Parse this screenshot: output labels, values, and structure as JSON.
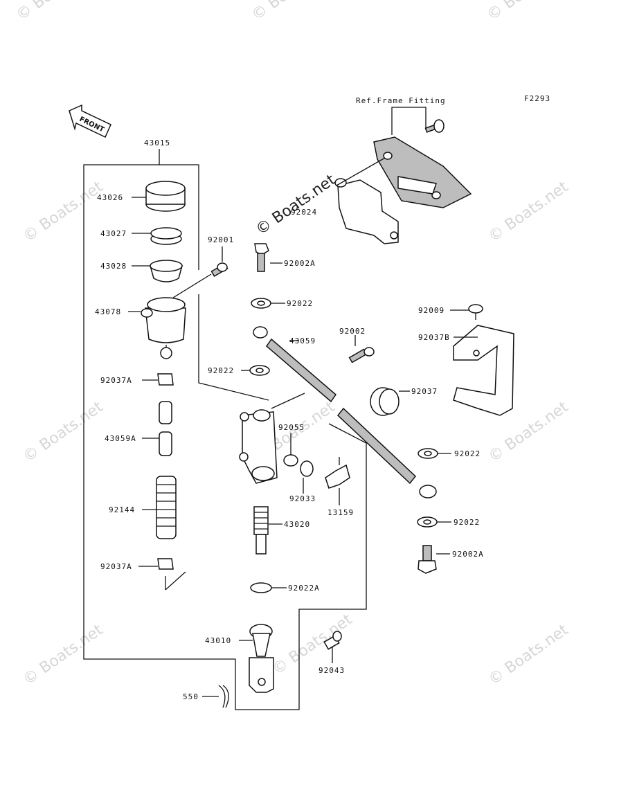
{
  "figure_code": "F2293",
  "ref_label": "Ref.Frame Fitting",
  "front_label": "FRONT",
  "watermark": "© Boats.net",
  "parts": [
    {
      "id": "p43015",
      "num": "43015"
    },
    {
      "id": "p43026",
      "num": "43026"
    },
    {
      "id": "p43027",
      "num": "43027"
    },
    {
      "id": "p43028",
      "num": "43028"
    },
    {
      "id": "p43078",
      "num": "43078"
    },
    {
      "id": "p92037A_top",
      "num": "92037A"
    },
    {
      "id": "p43059A",
      "num": "43059A"
    },
    {
      "id": "p92144",
      "num": "92144"
    },
    {
      "id": "p92037A_bot",
      "num": "92037A"
    },
    {
      "id": "p92001",
      "num": "92001"
    },
    {
      "id": "p92002A_top",
      "num": "92002A"
    },
    {
      "id": "p92022_a",
      "num": "92022"
    },
    {
      "id": "p92022_b",
      "num": "92022"
    },
    {
      "id": "p43059",
      "num": "43059"
    },
    {
      "id": "p92002",
      "num": "92002"
    },
    {
      "id": "p92037",
      "num": "92037"
    },
    {
      "id": "p92055",
      "num": "92055"
    },
    {
      "id": "p92033",
      "num": "92033"
    },
    {
      "id": "p13159",
      "num": "13159"
    },
    {
      "id": "p43020",
      "num": "43020"
    },
    {
      "id": "p92022A",
      "num": "92022A"
    },
    {
      "id": "p43010",
      "num": "43010"
    },
    {
      "id": "p92043",
      "num": "92043"
    },
    {
      "id": "p550",
      "num": "550"
    },
    {
      "id": "p92024",
      "num": "92024"
    },
    {
      "id": "p92009",
      "num": "92009"
    },
    {
      "id": "p92037B",
      "num": "92037B"
    },
    {
      "id": "p92022_c",
      "num": "92022"
    },
    {
      "id": "p92022_d",
      "num": "92022"
    },
    {
      "id": "p92002A_bot",
      "num": "92002A"
    }
  ]
}
